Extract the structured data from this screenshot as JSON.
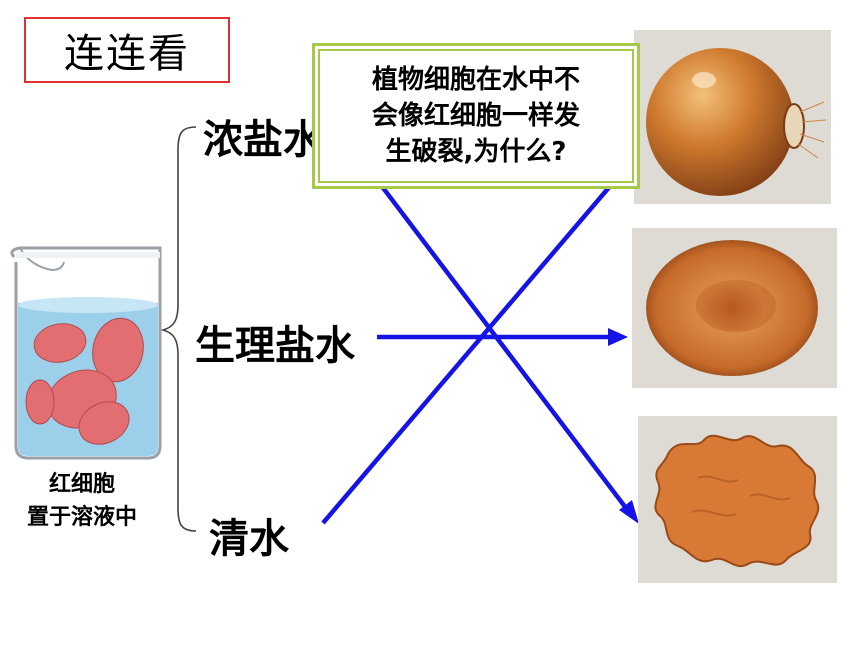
{
  "title": "连连看",
  "solutions": {
    "concentrated": "浓盐水",
    "saline": "生理盐水",
    "water": "清水"
  },
  "beaker_caption": {
    "line1": "红细胞",
    "line2": "置于溶液中"
  },
  "question": {
    "line1": "植物细胞在水中不",
    "line2": "会像红细胞一样发",
    "line3": "生破裂,为什么?"
  },
  "colors": {
    "arrow": "#1414e6",
    "title_border": "#e03030",
    "callout_border": "#a8c84a",
    "cell_fill": "#c4682a",
    "panel_bg": "#dedbd4"
  }
}
